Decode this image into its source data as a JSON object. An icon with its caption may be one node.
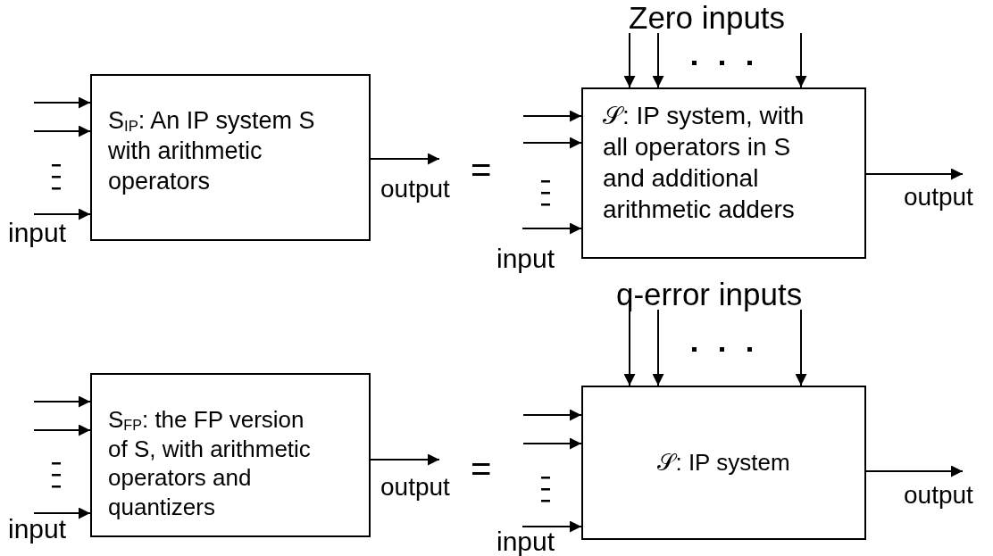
{
  "diagram": {
    "nodes": [
      {
        "text": [
          "S$_{IP}$: An IP system S with arithmetic operators"
        ]
      },
      {
        "text": [
          "𝒮: IP system, with all operators in S and additional arithmetic adders"
        ]
      },
      {
        "text": [
          "S$_{FP}$: the FP version of S, with arithmetic operators and quantizers"
        ]
      },
      {
        "text": [
          "𝒮: IP system"
        ]
      },
      {
        "text": [
          "Zero inputs"
        ]
      },
      {
        "text": [
          "input"
        ]
      },
      {
        "text": [
          "output"
        ]
      },
      {
        "text": [
          "input"
        ]
      },
      {
        "text": [
          "output"
        ]
      },
      {
        "text": [
          "q-error inputs"
        ]
      },
      {
        "text": [
          "input"
        ]
      },
      {
        "text": [
          "output"
        ]
      },
      {
        "text": [
          "input"
        ]
      },
      {
        "text": [
          "output"
        ]
      }
    ],
    "edges": [
      {
        "from": null,
        "to": 0,
        "arrow": "to"
      },
      {
        "from": null,
        "to": 0,
        "arrow": "to"
      },
      {
        "from": 5,
        "to": 0,
        "arrow": "to"
      },
      {
        "from": 0,
        "to": 6,
        "arrow": "to"
      },
      {
        "from": 4,
        "to": 1,
        "arrow": "to"
      },
      {
        "from": 4,
        "to": 1,
        "arrow": "to"
      },
      {
        "from": 4,
        "to": 1,
        "arrow": "to"
      },
      {
        "from": null,
        "to": 1,
        "arrow": "to"
      },
      {
        "from": null,
        "to": 1,
        "arrow": "to"
      },
      {
        "from": 7,
        "to": 1,
        "arrow": "to"
      },
      {
        "from": 1,
        "to": 8,
        "arrow": "to"
      },
      {
        "from": null,
        "to": 2,
        "arrow": "to"
      },
      {
        "from": null,
        "to": 2,
        "arrow": "to"
      },
      {
        "from": 10,
        "to": 2,
        "arrow": "to"
      },
      {
        "from": 2,
        "to": 11,
        "arrow": "to"
      },
      {
        "from": 9,
        "to": 3,
        "arrow": "to"
      },
      {
        "from": 9,
        "to": 3,
        "arrow": "to"
      },
      {
        "from": 9,
        "to": 3,
        "arrow": "to"
      },
      {
        "from": null,
        "to": 3,
        "arrow": "to"
      },
      {
        "from": null,
        "to": 3,
        "arrow": "to"
      },
      {
        "from": 12,
        "to": 3,
        "arrow": "to"
      },
      {
        "from": 3,
        "to": 13,
        "arrow": "to"
      }
    ],
    "labels": [
      "=",
      "="
    ]
  }
}
